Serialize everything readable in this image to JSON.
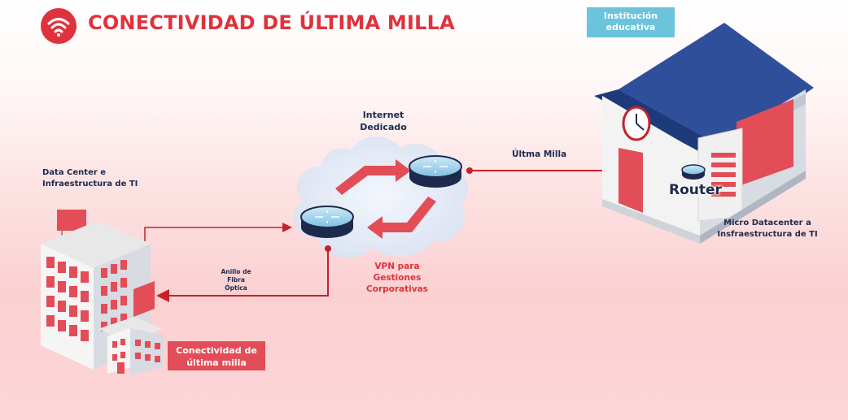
{
  "header": {
    "title": "CONECTIVIDAD DE ÚLTIMA MILLA",
    "icon": "wifi-icon"
  },
  "badges": {
    "institution": "Institución educativa",
    "bottom": "Conectividad de última milla"
  },
  "labels": {
    "internet": "Internet Dedicado",
    "last_mile": "Últma Milla",
    "data_center": "Data Center e Infraestructura de TI",
    "fiber": "Anillo de Fibra Óptica",
    "vpn": "VPN para Gestiones Corporativas",
    "micro_dc": "Micro Datacenter a Insfraestructura de TI",
    "router": "Router"
  },
  "colors": {
    "brand_red": "#e0323c",
    "navy": "#1d2a4d",
    "sky": "#6cc3dc",
    "roof_blue": "#2f4f9a"
  }
}
